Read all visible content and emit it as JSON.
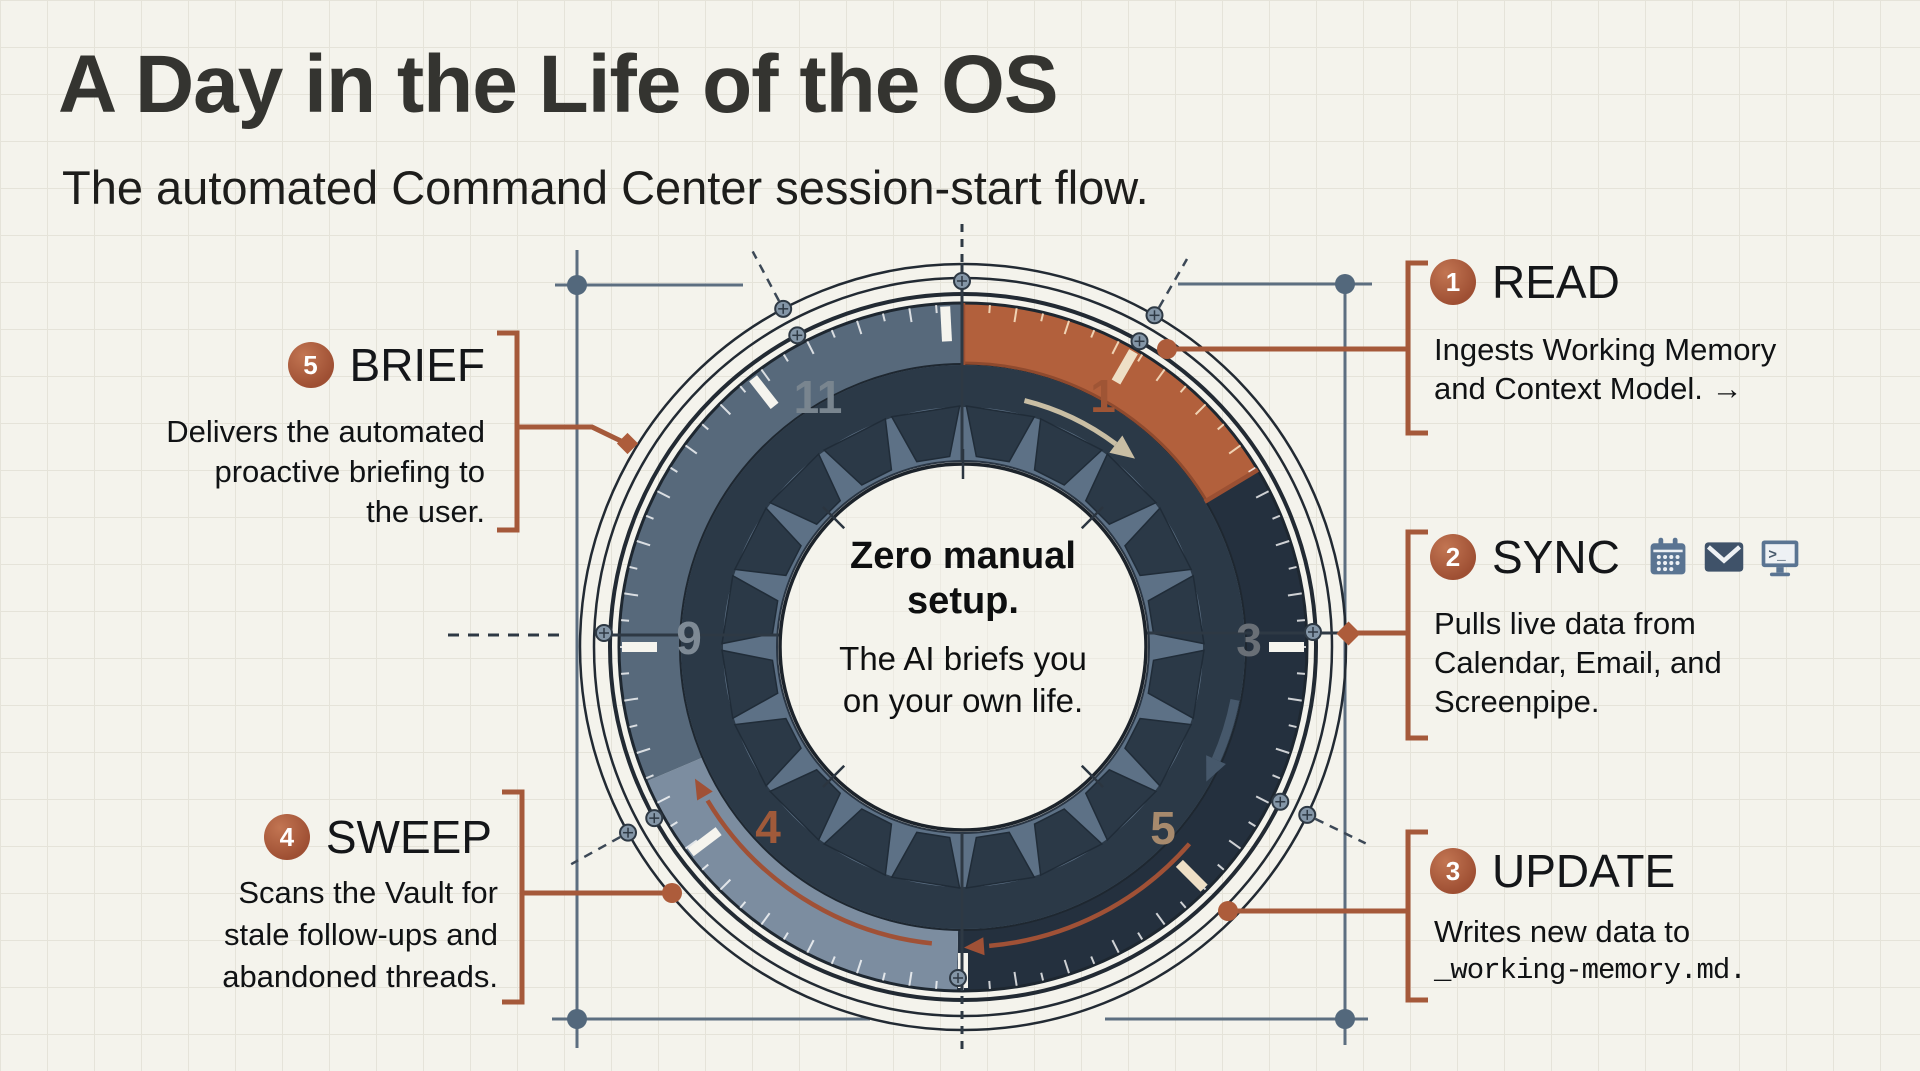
{
  "header": {
    "title": "A Day in the Life of the OS",
    "subtitle": "The automated Command Center session-start flow."
  },
  "center": {
    "headline_line1": "Zero manual",
    "headline_line2": "setup.",
    "body_line1": "The AI briefs you",
    "body_line2": "on your own life."
  },
  "steps": [
    {
      "num": "1",
      "label": "READ",
      "line1": "Ingests Working Memory",
      "line2": "and Context Model. →"
    },
    {
      "num": "2",
      "label": "SYNC",
      "line1": "Pulls live data from",
      "line2": "Calendar, Email, and",
      "line3": "Screenpipe.",
      "icons": [
        "calendar-icon",
        "mail-icon",
        "terminal-monitor-icon"
      ]
    },
    {
      "num": "3",
      "label": "UPDATE",
      "line1": "Writes new data to",
      "code_line": "_working-memory.md."
    },
    {
      "num": "4",
      "label": "SWEEP",
      "line1": "Scans the Vault for",
      "line2": "stale follow-ups and",
      "line3": "abandoned threads."
    },
    {
      "num": "5",
      "label": "BRIEF",
      "line1": "Delivers the automated",
      "line2": "proactive briefing to",
      "line3": "the user."
    }
  ],
  "clock": {
    "numerals": [
      "11",
      "1",
      "9",
      "3",
      "4",
      "5"
    ]
  },
  "colors": {
    "paper": "#f4f3ec",
    "accent_rust": "#a5593a",
    "segment_orange": "#b2603c",
    "slate_blue": "#5a7492",
    "dark_navy": "#24303e",
    "band_light_slate": "#7c8da0"
  }
}
